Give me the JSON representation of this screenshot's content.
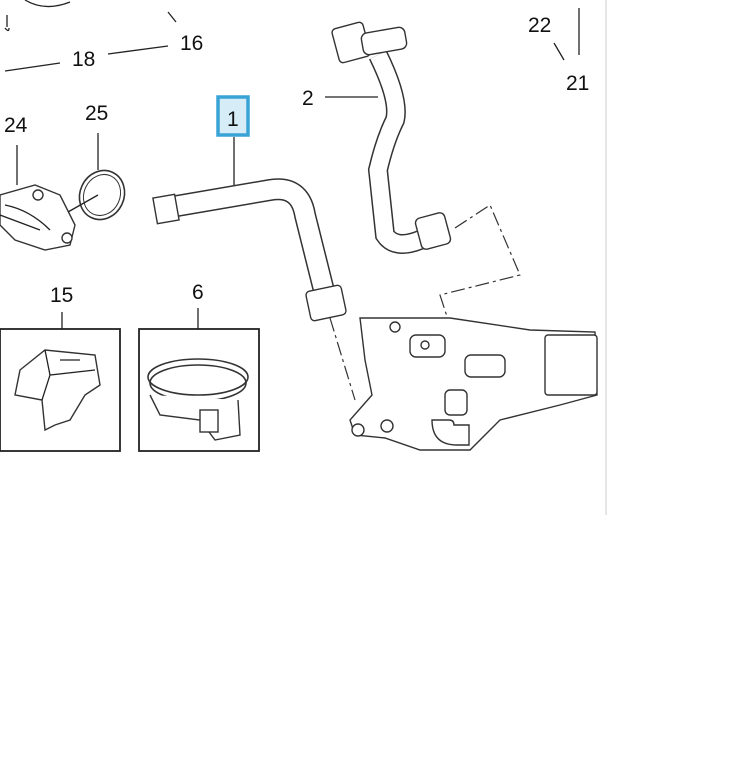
{
  "diagram": {
    "callouts": [
      "1",
      "2",
      "6",
      "15",
      "16",
      "18",
      "21",
      "22",
      "24",
      "25"
    ],
    "highlighted_callout": "1",
    "highlight_color": "#3aa3d6",
    "highlight_fill": "#d6ecf7"
  }
}
